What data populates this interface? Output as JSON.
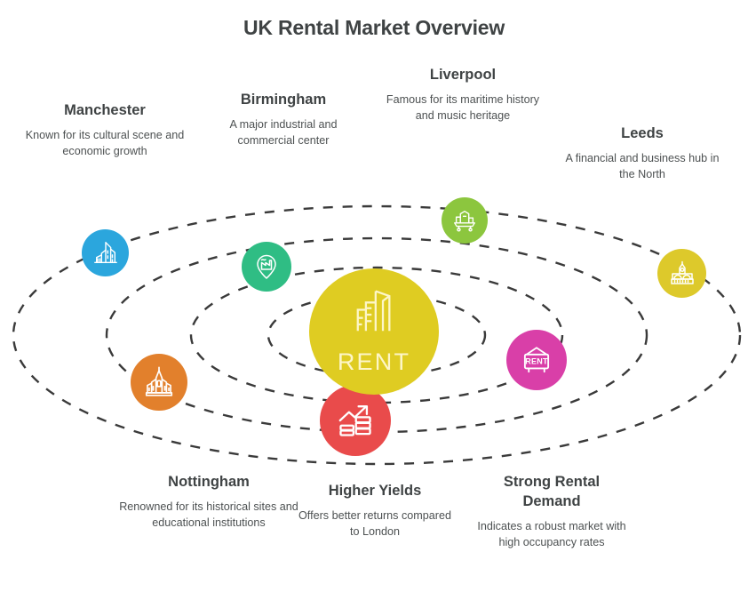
{
  "page": {
    "title": "UK Rental Market Overview",
    "background": "#ffffff",
    "text_color": "#3f4344",
    "ring_color": "#3a3a3a"
  },
  "center": {
    "label": "RENT",
    "color": "#dfcc22",
    "icon": "building-rent-icon"
  },
  "nodes": [
    {
      "key": "manchester",
      "title": "Manchester",
      "desc": "Known for its cultural scene and economic growth",
      "color": "#2ba6dd",
      "icon": "cityscape-icon"
    },
    {
      "key": "birmingham",
      "title": "Birmingham",
      "desc": "A major industrial and commercial center",
      "color": "#2fbd84",
      "icon": "factory-pin-icon"
    },
    {
      "key": "liverpool",
      "title": "Liverpool",
      "desc": "Famous for its maritime history and music heritage",
      "color": "#8cc63e",
      "icon": "harbour-icon"
    },
    {
      "key": "leeds",
      "title": "Leeds",
      "desc": "A financial and business hub in the North",
      "color": "#ddc92b",
      "icon": "town-hall-icon"
    },
    {
      "key": "nottingham",
      "title": "Nottingham",
      "desc": "Renowned for its historical sites and educational institutions",
      "color": "#e2802c",
      "icon": "cathedral-icon"
    },
    {
      "key": "higher-yields",
      "title": "Higher Yields",
      "desc": "Offers better returns compared to London",
      "color": "#e94b4b",
      "icon": "growth-coins-icon"
    },
    {
      "key": "strong-rental-demand",
      "title": "Strong Rental Demand",
      "desc": "Indicates a robust market with high occupancy rates",
      "color": "#d93fa8",
      "icon": "rent-sign-icon"
    }
  ]
}
